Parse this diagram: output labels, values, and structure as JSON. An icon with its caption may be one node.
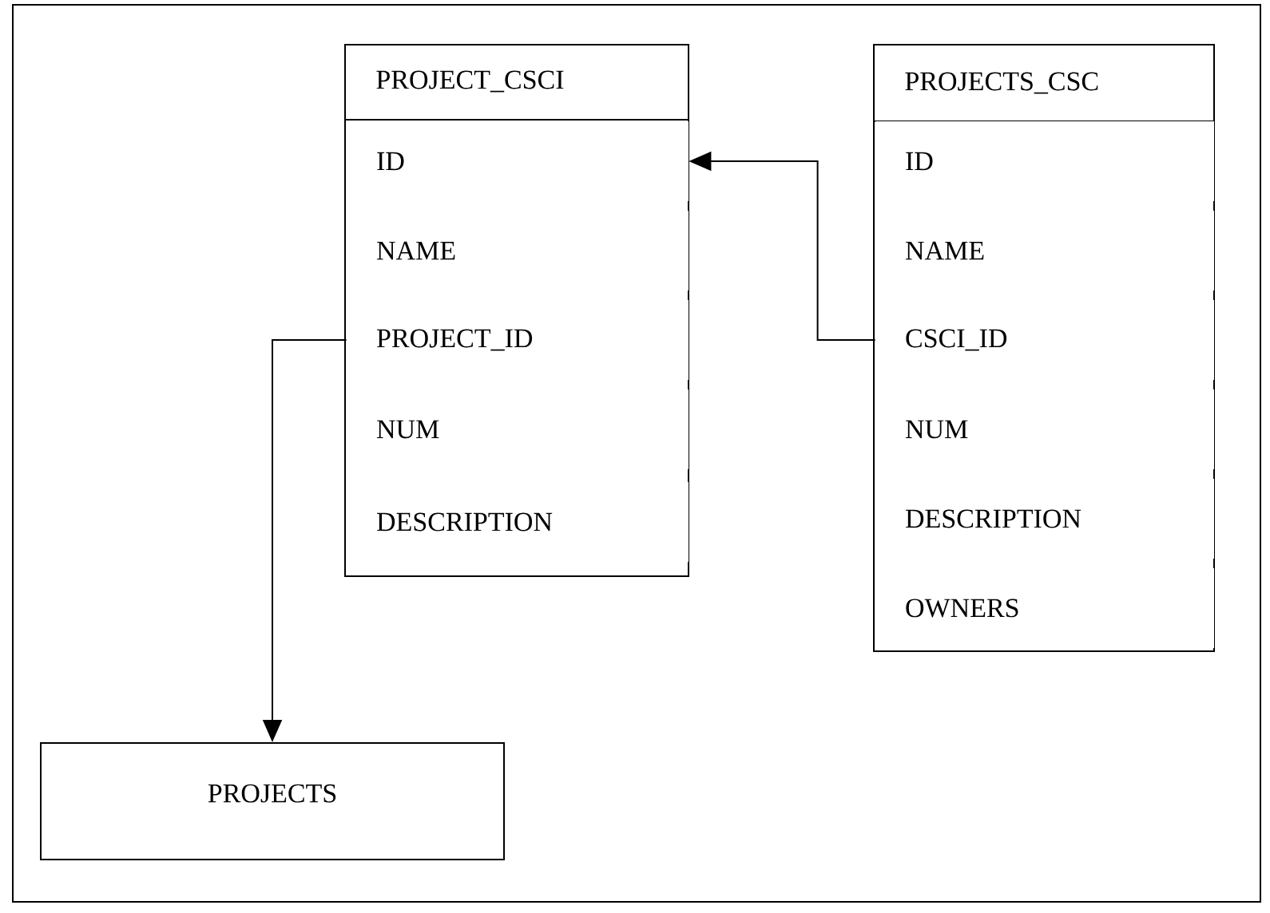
{
  "diagram": {
    "nodes": [
      {
        "text": [
          "PROJECT_CSCI"
        ]
      },
      {
        "text": [
          "ID"
        ],
        "in": 0
      },
      {
        "text": [
          "NAME"
        ],
        "in": 0
      },
      {
        "text": [
          "PROJECT_ID"
        ],
        "in": 0
      },
      {
        "text": [
          "NUM"
        ],
        "in": 0
      },
      {
        "text": [
          "DESCRIPTION"
        ],
        "in": 0
      },
      {
        "text": [
          "PROJECTS_CSC"
        ]
      },
      {
        "text": [
          "ID"
        ],
        "in": 6
      },
      {
        "text": [
          "NAME"
        ],
        "in": 6
      },
      {
        "text": [
          "CSCI_ID"
        ],
        "in": 6
      },
      {
        "text": [
          "NUM"
        ],
        "in": 6
      },
      {
        "text": [
          "DESCRIPTION"
        ],
        "in": 6
      },
      {
        "text": [
          "OWNERS"
        ],
        "in": 6
      },
      {
        "text": [
          "PROJECTS"
        ]
      }
    ],
    "edges": [
      {
        "from": 3,
        "to": 13,
        "arrow": "to"
      },
      {
        "from": 9,
        "to": 1,
        "arrow": "to"
      }
    ]
  }
}
